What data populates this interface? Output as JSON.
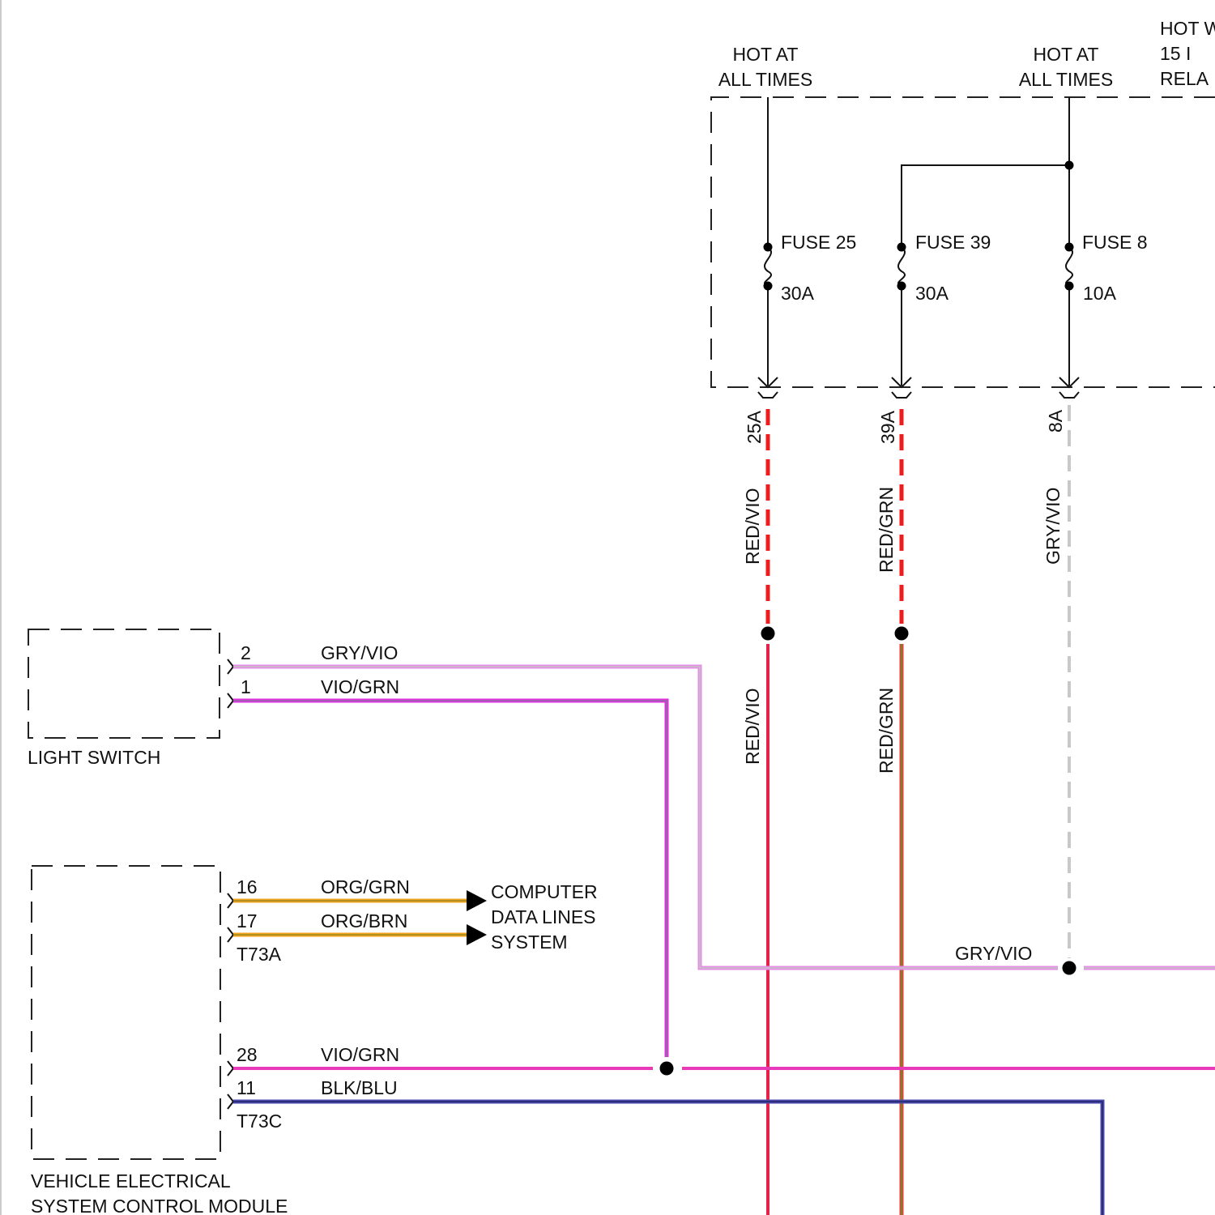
{
  "fuse_box": {
    "feed_1": "HOT AT\nALL TIMES",
    "feed_2": "HOT AT\nALL TIMES",
    "feed_3": "HOT W\n15 I\nRELA",
    "fuses": [
      {
        "name": "FUSE 25",
        "rating": "30A",
        "terminal": "25A"
      },
      {
        "name": "FUSE 39",
        "rating": "30A",
        "terminal": "39A"
      },
      {
        "name": "FUSE 8",
        "rating": "10A",
        "terminal": "8A"
      }
    ]
  },
  "wires": {
    "red_vio": "RED/VIO",
    "red_grn": "RED/GRN",
    "gry_vio": "GRY/VIO",
    "vio_grn": "VIO/GRN",
    "org_grn": "ORG/GRN",
    "org_brn": "ORG/BRN",
    "blk_blu": "BLK/BLU"
  },
  "light_switch": {
    "label": "LIGHT SWITCH",
    "pin_gry_vio": "2",
    "pin_vio_grn": "1"
  },
  "module": {
    "label": "VEHICLE ELECTRICAL\nSYSTEM CONTROL MODULE",
    "connector_a": "T73A",
    "connector_c": "T73C",
    "pin_16": "16",
    "pin_17": "17",
    "pin_28": "28",
    "pin_11": "11"
  },
  "computer_data_lines": "COMPUTER\nDATA LINES\nSYSTEM",
  "colors": {
    "red_vio": "#e6224a",
    "red_vio_dash": "#ee1c1c",
    "red_grn_core": "#6e8a1e",
    "red_grn_edge": "#e0433c",
    "gry_vio_core": "#c4c4c4",
    "gry_vio_edge": "#e68ce6",
    "gry_dash": "#c8c8c8",
    "vio_grn_core": "#8c6ea0",
    "vio_grn_edge": "#e02ee0",
    "vio_grn_main": "#e83ab8",
    "org_core": "#9a8a1e",
    "org_edge": "#f5a21e",
    "blk_blu_core": "#2a2a7a",
    "blk_blu_edge": "#4a4aa8"
  }
}
